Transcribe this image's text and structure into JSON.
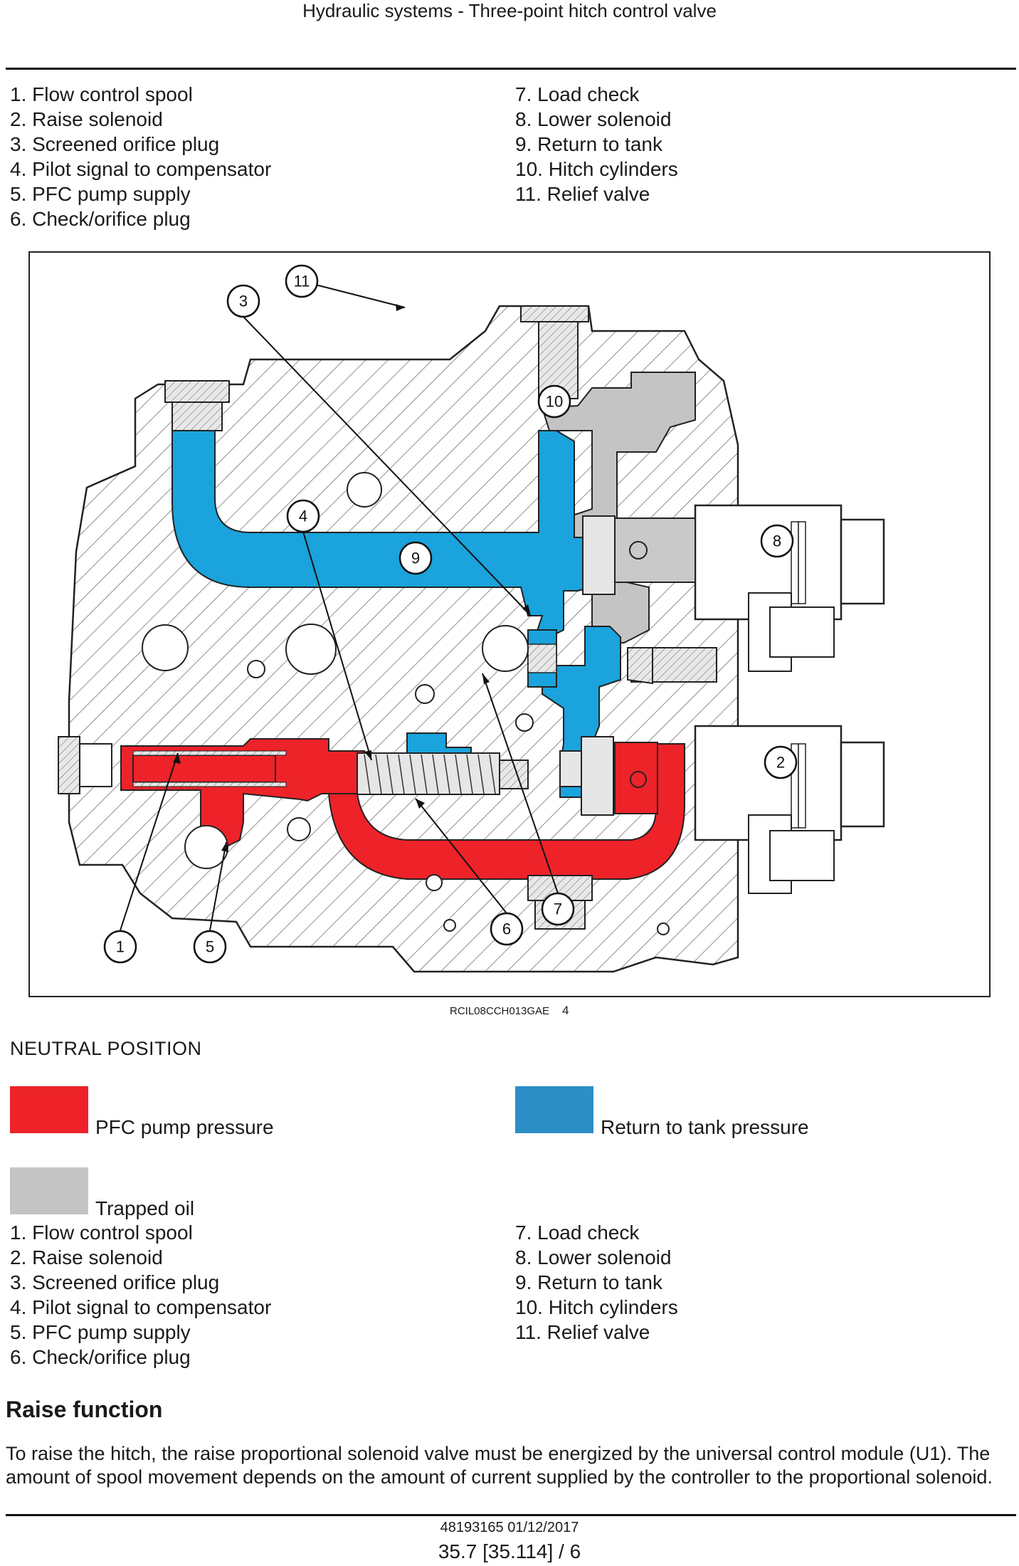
{
  "header": {
    "title": "Hydraulic systems - Three-point hitch control valve"
  },
  "legend_top": {
    "left": [
      "1.  Flow control spool",
      "2.  Raise solenoid",
      "3.  Screened orifice plug",
      "4.  Pilot signal to compensator",
      "5.  PFC pump supply",
      "6.  Check/orifice plug"
    ],
    "right": [
      "7.  Load check",
      "8.  Lower solenoid",
      "9.  Return to tank",
      "10.  Hitch cylinders",
      "11.  Relief valve"
    ]
  },
  "figure": {
    "code": "RCIL08CCH013GAE",
    "number": "4",
    "callouts": [
      "1",
      "2",
      "3",
      "4",
      "5",
      "6",
      "7",
      "8",
      "9",
      "10",
      "11"
    ]
  },
  "section_label": "NEUTRAL POSITION",
  "color_key": [
    {
      "label": "PFC pump pressure",
      "color": "#ee2229"
    },
    {
      "label": "Return to tank pressure",
      "color": "#2b8fc6"
    },
    {
      "label": "Trapped oil",
      "color": "#c4c4c4"
    }
  ],
  "legend_bottom": {
    "left": [
      "1.  Flow control spool",
      "2.  Raise solenoid",
      "3.  Screened orifice plug",
      "4.  Pilot signal to compensator",
      "5.  PFC pump supply",
      "6.  Check/orifice plug"
    ],
    "right": [
      "7.  Load check",
      "8.  Lower solenoid",
      "9.  Return to tank",
      "10.  Hitch cylinders",
      "11.  Relief valve"
    ]
  },
  "heading": "Raise function",
  "paragraph": "To raise the hitch, the raise proportional solenoid valve must be energized by the universal control module (U1). The amount of spool movement depends on the amount of current supplied by the controller to the proportional solenoid.",
  "footer": {
    "doc_id": "48193165 01/12/2017",
    "page": "35.7 [35.114] / 6"
  }
}
